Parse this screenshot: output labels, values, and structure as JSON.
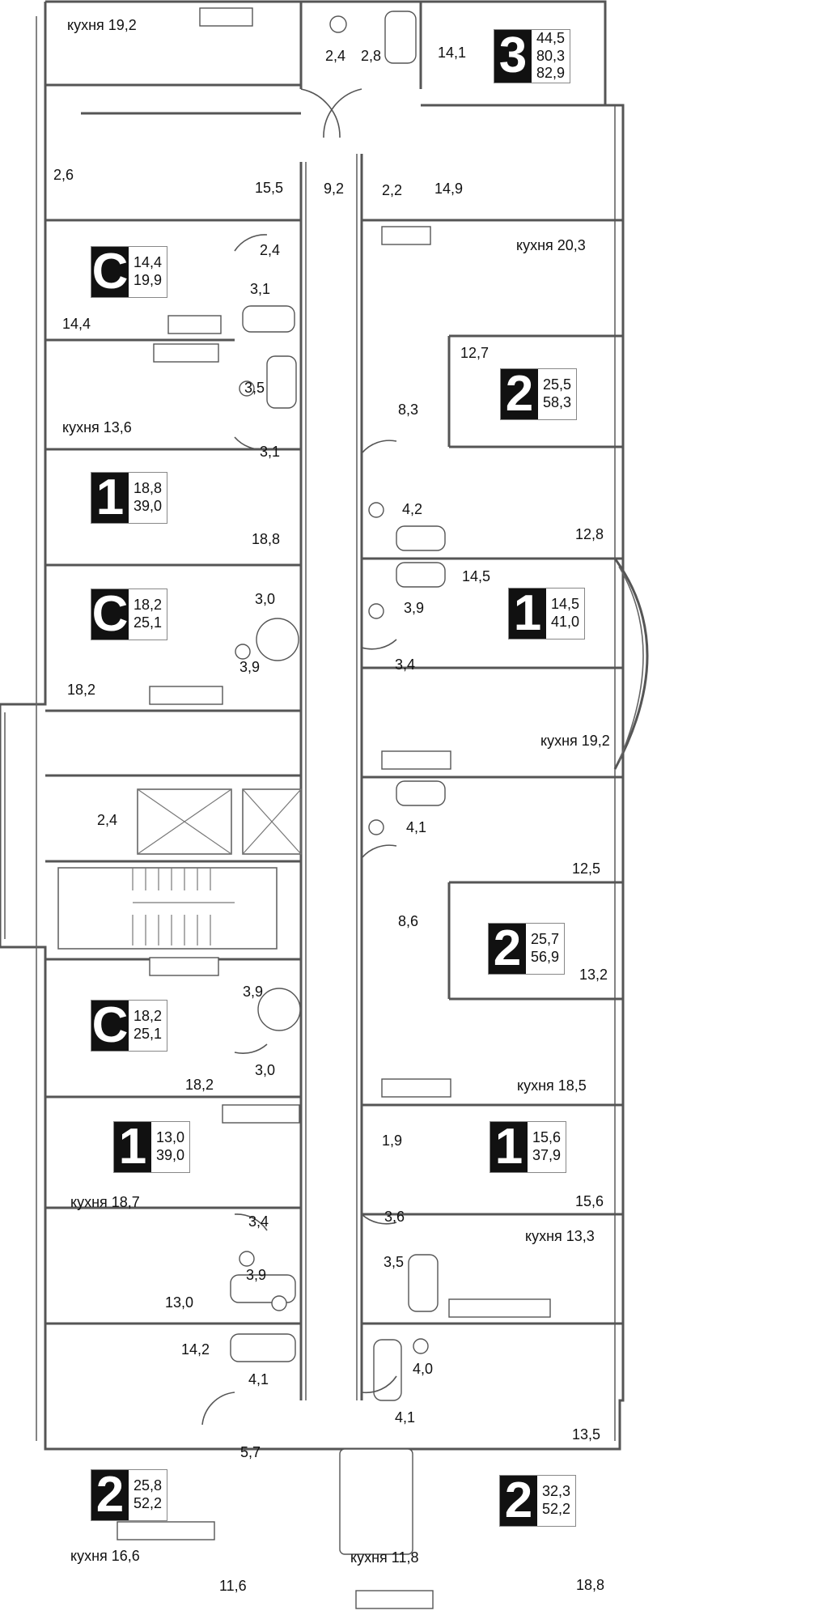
{
  "badges": [
    {
      "type": "3",
      "areas": [
        "44,5",
        "80,3",
        "82,9"
      ]
    },
    {
      "type": "С",
      "areas": [
        "14,4",
        "19,9"
      ]
    },
    {
      "type": "2",
      "areas": [
        "25,5",
        "58,3"
      ]
    },
    {
      "type": "1",
      "areas": [
        "18,8",
        "39,0"
      ]
    },
    {
      "type": "1",
      "areas": [
        "14,5",
        "41,0"
      ]
    },
    {
      "type": "С",
      "areas": [
        "18,2",
        "25,1"
      ]
    },
    {
      "type": "2",
      "areas": [
        "25,7",
        "56,9"
      ]
    },
    {
      "type": "С",
      "areas": [
        "18,2",
        "25,1"
      ]
    },
    {
      "type": "1",
      "areas": [
        "13,0",
        "39,0"
      ]
    },
    {
      "type": "1",
      "areas": [
        "15,6",
        "37,9"
      ]
    },
    {
      "type": "2",
      "areas": [
        "25,8",
        "52,2"
      ]
    },
    {
      "type": "2",
      "areas": [
        "32,3",
        "52,2"
      ]
    }
  ],
  "labels": [
    "кухня 19,2",
    "2,4",
    "2,8",
    "14,1",
    "2,6",
    "15,5",
    "9,2",
    "2,2",
    "14,9",
    "2,4",
    "кухня 20,3",
    "3,1",
    "14,4",
    "12,7",
    "3,5",
    "8,3",
    "кухня 13,6",
    "3,1",
    "4,2",
    "18,8",
    "12,8",
    "14,5",
    "3,0",
    "3,9",
    "3,9",
    "3,4",
    "18,2",
    "кухня 19,2",
    "2,4",
    "4,1",
    "12,5",
    "8,6",
    "13,2",
    "3,9",
    "3,0",
    "18,2",
    "кухня 18,5",
    "1,9",
    "кухня 18,7",
    "15,6",
    "3,4",
    "3,6",
    "кухня 13,3",
    "3,9",
    "3,5",
    "13,0",
    "14,2",
    "4,1",
    "4,0",
    "4,1",
    "5,7",
    "13,5",
    "кухня 16,6",
    "кухня 11,8",
    "11,6",
    "18,8"
  ]
}
